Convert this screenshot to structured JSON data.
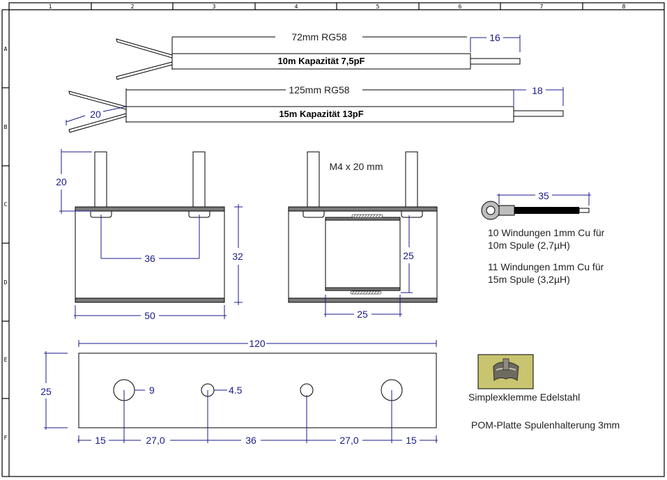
{
  "frame": {
    "columns": [
      "1",
      "2",
      "3",
      "4",
      "5",
      "6",
      "7",
      "8"
    ],
    "rows": [
      "A",
      "B",
      "C",
      "D",
      "E",
      "F"
    ]
  },
  "cables": [
    {
      "length_label": "72mm  RG58",
      "name_label": "10m  Kapazität 7,5pF",
      "stub_dim": "16"
    },
    {
      "length_label": "125mm RG58",
      "name_label": "15m  Kapazität 13pF",
      "stub_dim": "18",
      "lead_dim": "20"
    }
  ],
  "holder_front": {
    "bolt_height": "20",
    "bolt_spacing": "36",
    "height": "32",
    "width": "50"
  },
  "holder_side": {
    "bolt_label": "M4 x 20 mm",
    "coil_height": "25",
    "coil_width": "25"
  },
  "lug": {
    "length": "35"
  },
  "coil_notes": [
    {
      "line1": "10 Windungen 1mm Cu für",
      "line2": "10m Spule (2,7µH)"
    },
    {
      "line1": "11 Windungen 1mm Cu für",
      "line2": "15m Spule (3,2µH)"
    }
  ],
  "plate": {
    "width": "120",
    "height": "25",
    "hole_large": "9",
    "hole_small": "4.5",
    "spacing": [
      "15",
      "27,0",
      "36",
      "27,0",
      "15"
    ],
    "title": "POM-Platte Spulenhalterung 3mm"
  },
  "clamp": {
    "caption": "Simplexklemme Edelstahl"
  },
  "colors": {
    "dimension": "#1a1a8c",
    "plate_gray": "#7a7a7a"
  }
}
